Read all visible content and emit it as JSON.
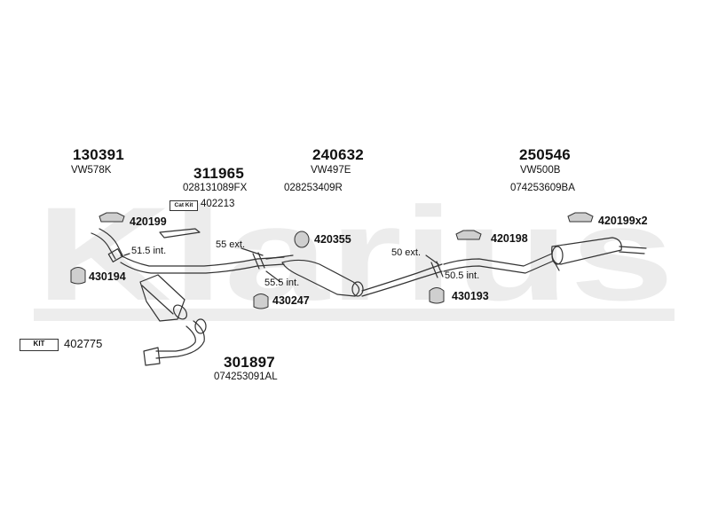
{
  "watermark": "Klarius",
  "assemblies": [
    {
      "number": "130391",
      "code": "VW578K"
    },
    {
      "number": "311965",
      "code": "028131089FX",
      "catkit_label": "Cat Kit",
      "catkit_number": "402213"
    },
    {
      "number": "240632",
      "code": "VW497E",
      "code2": "028253409R"
    },
    {
      "number": "250546",
      "code": "VW500B",
      "code2": "074253609BA"
    },
    {
      "number": "301897",
      "code": "074253091AL"
    }
  ],
  "parts": {
    "p420199": "420199",
    "p430194": "430194",
    "p420355": "420355",
    "p430247": "430247",
    "p420198": "420198",
    "p430193": "430193",
    "p420199x2": "420199x2"
  },
  "dimensions": {
    "d1": "51.5 int.",
    "d2": "55 ext.",
    "d3": "55.5 int.",
    "d4": "50 ext.",
    "d5": "50.5 int."
  },
  "kit": {
    "label": "KIT",
    "number": "402775"
  },
  "colors": {
    "line": "#333333",
    "watermark": "#ececec"
  }
}
